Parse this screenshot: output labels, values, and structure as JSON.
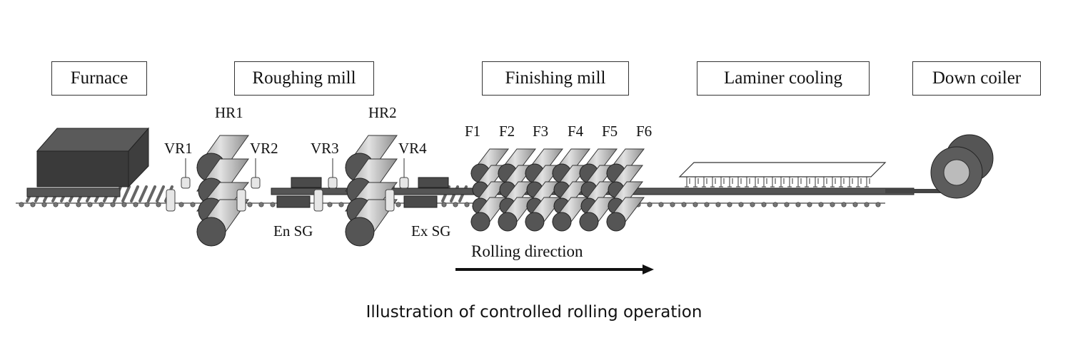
{
  "stages": {
    "furnace": "Furnace",
    "roughing_mill": "Roughing mill",
    "finishing_mill": "Finishing mill",
    "laminer_cooling": "Laminer cooling",
    "down_coiler": "Down coiler"
  },
  "labels": {
    "hr1": "HR1",
    "hr2": "HR2",
    "vr1": "VR1",
    "vr2": "VR2",
    "vr3": "VR3",
    "vr4": "VR4",
    "en_sg": "En SG",
    "ex_sg": "Ex SG",
    "f1": "F1",
    "f2": "F2",
    "f3": "F3",
    "f4": "F4",
    "f5": "F5",
    "f6": "F6"
  },
  "direction_label": "Rolling direction",
  "caption": "Illustration of controlled rolling operation",
  "colors": {
    "roll_dark": "#555555",
    "roll_light": "#c8c8c8",
    "line": "#222222"
  }
}
